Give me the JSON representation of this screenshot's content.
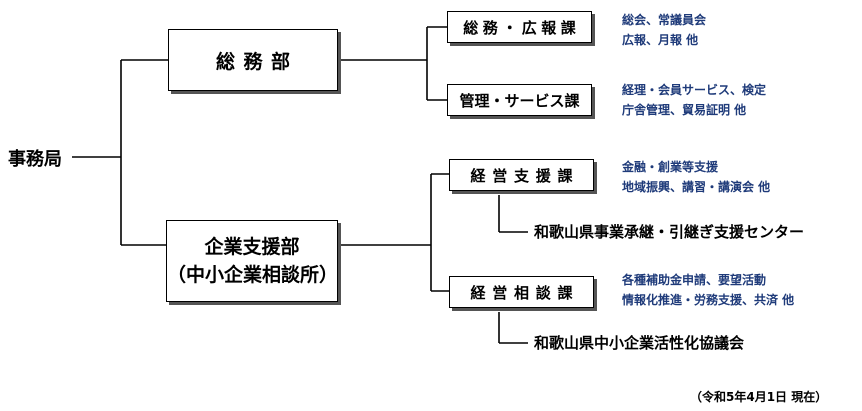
{
  "root": "事務局",
  "departments": [
    {
      "name": "総務部",
      "sections": [
        {
          "name": "総務・広報課",
          "duties": [
            "総会、常議員会",
            "広報、月報 他"
          ]
        },
        {
          "name": "管理・サービス課",
          "duties": [
            "経理・会員サービス、検定",
            "庁舎管理、貿易証明 他"
          ]
        }
      ]
    },
    {
      "name_lines": [
        "企業支援部",
        "（中小企業相談所）"
      ],
      "sections": [
        {
          "name": "経営支援課",
          "duties": [
            "金融・創業等支援",
            "地域振興、講習・講演会 他"
          ],
          "affiliate": "和歌山県事業承継・引継ぎ支援センター"
        },
        {
          "name": "経営相談課",
          "duties": [
            "各種補助金申請、要望活動",
            "情報化推進・労務支援、共済 他"
          ],
          "affiliate": "和歌山県中小企業活性化協議会"
        }
      ]
    }
  ],
  "as_of": "（令和5年4月1日 現在）",
  "colors": {
    "duty_text": "#1f3b7a",
    "lines": "#000000"
  }
}
